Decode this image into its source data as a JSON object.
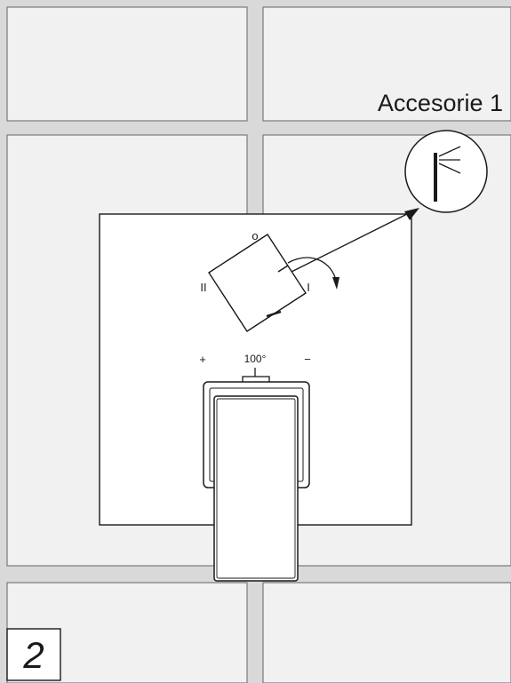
{
  "accessory_label": "Accesorie 1",
  "positions": {
    "off": "o",
    "left": "II",
    "right": "I"
  },
  "temperature": {
    "plus": "+",
    "degrees": "100°",
    "minus": "−"
  },
  "step_number": "2",
  "icons": {
    "zoom": "shower-head-icon",
    "rotation": "curved-arrow-icon"
  },
  "colors": {
    "line": "#1a1a1a",
    "tile": "#f1f1f1",
    "grout": "#d9d9d9",
    "plate": "#ffffff"
  }
}
